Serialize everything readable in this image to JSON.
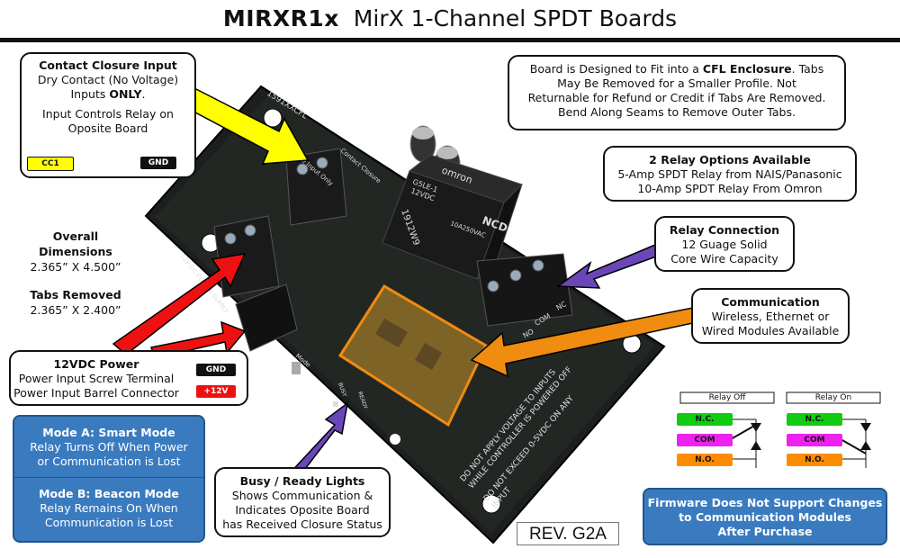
{
  "title": {
    "model": "MIRXR1x",
    "text": "MirX 1-Channel SPDT Boards"
  },
  "contact_closure": {
    "heading": "Contact Closure Input",
    "line1": "Dry Contact (No Voltage)",
    "line2_pre": "Inputs ",
    "line2_bold": "ONLY",
    "line2_post": ".",
    "line3": "Input Controls Relay on",
    "line4": "Oposite Board",
    "cc1_label": "CC1",
    "gnd_label": "GND"
  },
  "enclosure": {
    "line1_pre": "Board is Designed to Fit into a ",
    "line1_bold": "CFL Enclosure",
    "line1_post": ". Tabs",
    "line2": "May Be Removed for a Smaller Profile.  Not",
    "line3": "Returnable for Refund or Credit if Tabs Are Removed.",
    "line4": "Bend Along Seams to Remove Outer Tabs."
  },
  "relay_options": {
    "heading": "2 Relay Options Available",
    "line1": "5-Amp SPDT Relay from NAIS/Panasonic",
    "line2": "10-Amp SPDT Relay From Omron"
  },
  "relay_connection": {
    "heading": "Relay Connection",
    "line1": "12 Guage Solid",
    "line2": "Core Wire Capacity"
  },
  "communication": {
    "heading": "Communication",
    "line1": "Wireless, Ethernet or",
    "line2": "Wired Modules Available"
  },
  "dimensions": {
    "heading1": "Overall",
    "heading2": "Dimensions",
    "overall": "2.365” X 4.500”",
    "tabs_heading": "Tabs Removed",
    "tabs": "2.365” X 2.400”"
  },
  "power": {
    "heading": "12VDC Power",
    "line1": "Power Input Screw Terminal",
    "line2": "Power Input Barrel Connector",
    "gnd_label": "GND",
    "v12_label": "+12V"
  },
  "modes": {
    "a_heading": "Mode A: Smart Mode",
    "a_line1": "Relay Turns Off When Power",
    "a_line2": "or Communication is Lost",
    "b_heading": "Mode B: Beacon Mode",
    "b_line1": "Relay Remains On When",
    "b_line2": "Communication is Lost"
  },
  "busy_ready": {
    "heading": "Busy / Ready Lights",
    "line1": "Shows Communication &",
    "line2": "Indicates Oposite Board",
    "line3": "has Received Closure Status"
  },
  "revision": "REV. G2A",
  "relay_diagrams": {
    "off_title": "Relay Off",
    "on_title": "Relay On",
    "nc": "N.C.",
    "com": "COM",
    "no": "N.O."
  },
  "firmware": {
    "line1": "Firmware Does Not Support Changes",
    "line2": "to  Communication Modules",
    "line3": "After Purchase"
  },
  "board": {
    "part": "1591XXCFL",
    "closure_label": "Closure Input Only",
    "contact_label": "Contact Closure",
    "relay_brand": "omron",
    "relay_model": "G5LE-1",
    "relay_rating": "12VDC",
    "relay_code": "1912W9",
    "relay_spec": "10A250VAC",
    "logo": "NCD",
    "warning1": "DO NOT APPLY VOLTAGE TO INPUTS",
    "warning2": "WHILE CONTROLLER IS POWERED OFF",
    "warning3": "DO NOT EXCEED 0-5VDC ON ANY",
    "warning4": "INPUT",
    "term_nc": "NC",
    "term_com": "COM",
    "term_no": "NO",
    "mode_label": "Mode",
    "busy_label": "BUSY",
    "ready_label": "READY",
    "supply_label": "12V DC POWER SUPPLY"
  },
  "colors": {
    "board": "#1c1f1d",
    "yellow_arrow": "#ffff00",
    "red_arrow": "#ee1111",
    "purple_arrow": "#6a46b8",
    "orange_arrow": "#f08c10",
    "mode_blue": "#3a7bc0",
    "nc_green": "#11cc11",
    "com_magenta": "#ee22ee",
    "no_orange": "#ff8c00"
  }
}
